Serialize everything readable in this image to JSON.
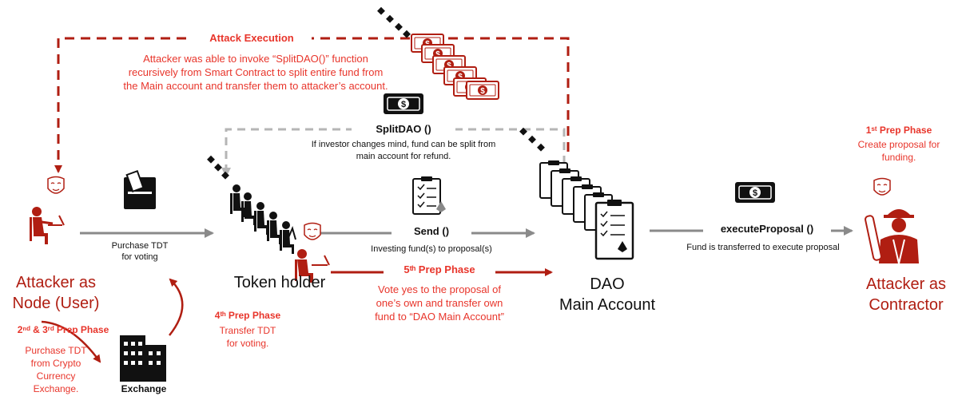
{
  "attack": {
    "title": "Attack Execution",
    "lines": [
      "Attacker was able to invoke “SplitDAO()” function",
      "recursively from Smart Contract to split entire fund from",
      "the Main account and transfer them to attacker’s account."
    ]
  },
  "split": {
    "label": "SplitDAO ()",
    "desc": [
      "If investor changes mind, fund can be split from",
      "main account for refund."
    ]
  },
  "purchase": [
    "Purchase TDT",
    "for voting"
  ],
  "send": {
    "label": "Send ()",
    "desc": "Investing fund(s) to proposal(s)"
  },
  "execute": {
    "label": "executeProposal ()",
    "desc": "Fund is transferred to execute proposal"
  },
  "phase1": {
    "title": "1ˢᵗ Prep Phase",
    "lines": [
      "Create proposal for",
      "funding."
    ]
  },
  "phase23": {
    "title": "2ⁿᵈ & 3ʳᵈ Prep Phase",
    "lines": [
      "Purchase TDT",
      "from Crypto",
      "Currency",
      "Exchange."
    ]
  },
  "phase4": {
    "title": "4ᵗʰ Prep Phase",
    "lines": [
      "Transfer TDT",
      "for voting."
    ]
  },
  "phase5": {
    "title": "5ᵗʰ Prep Phase",
    "lines": [
      "Vote yes to the proposal of",
      "one’s own and transfer own",
      "fund to “DAO Main Account”"
    ]
  },
  "nodes": {
    "attacker_node": [
      "Attacker as",
      "Node (User)"
    ],
    "token_holder": "Token holder",
    "dao": [
      "DAO",
      "Main Account"
    ],
    "contractor": [
      "Attacker as",
      "Contractor"
    ],
    "exchange": "Exchange"
  },
  "colors": {
    "red": "#e8352b",
    "dark_red": "#b01e12",
    "gray": "#8a8a8a",
    "black": "#111111"
  }
}
